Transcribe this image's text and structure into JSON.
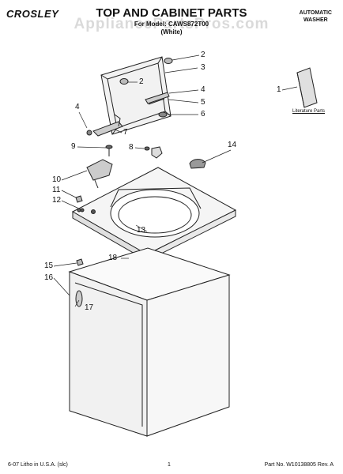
{
  "header": {
    "brand_logo": "CROSLEY",
    "title": "TOP AND CABINET PARTS",
    "model_line": "For Model: CAWS872T00",
    "color_line": "(White)",
    "product_type_line1": "AUTOMATIC",
    "product_type_line2": "WASHER",
    "watermark": "AppliancePartsPros.com"
  },
  "callouts": [
    "1",
    "2",
    "2",
    "3",
    "4",
    "4",
    "5",
    "6",
    "7",
    "8",
    "9",
    "10",
    "11",
    "12",
    "13",
    "14",
    "15",
    "16",
    "17",
    "18"
  ],
  "literature_label": "Literature Parts",
  "footer": {
    "left": "6-07 Litho in U.S.A. (slc)",
    "center": "1",
    "right": "Part No. W10138805 Rev. A"
  }
}
